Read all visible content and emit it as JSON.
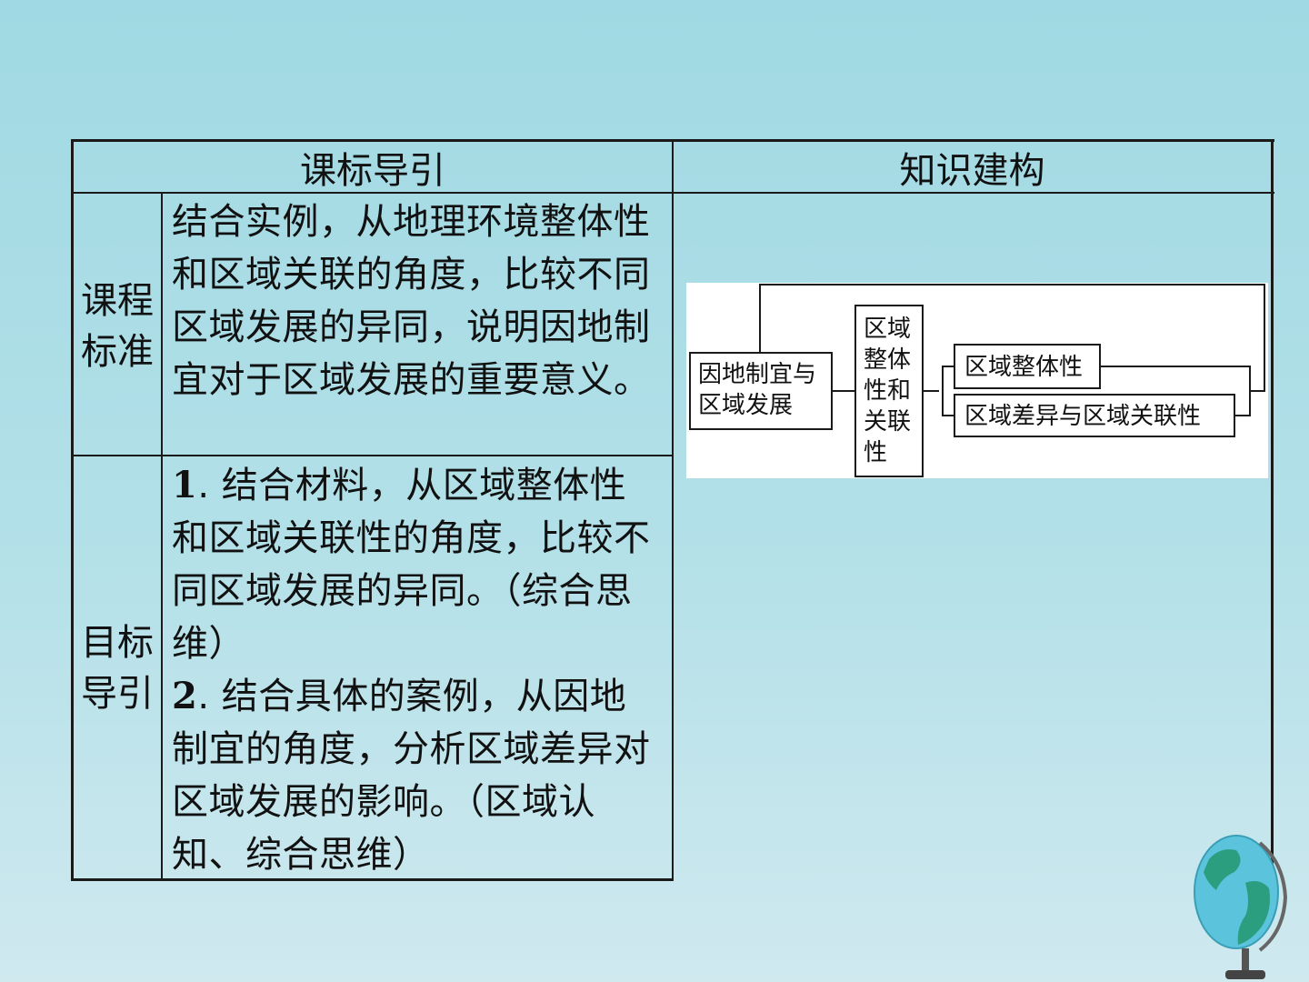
{
  "table": {
    "header_left": "课标导引",
    "header_right": "知识建构",
    "row1_label": "课程标准",
    "row1_content": "结合实例，从地理环境整体性和区域关联的角度，比较不同区域发展的异同，说明因地制宜对于区域发展的重要意义。",
    "row2_label": "目标导引",
    "row2_items": [
      {
        "num": "1",
        "text": ". 结合材料，从区域整体性和区域关联性的角度，比较不同区域发展的异同。（综合思维）"
      },
      {
        "num": "2",
        "text": ". 结合具体的案例，从因地制宜的角度，分析区域差异对区域发展的影响。（区域认知、综合思维）"
      }
    ]
  },
  "diagram": {
    "root": "因地制宜与区域发展",
    "middle": "区域整体性和关联性",
    "leaf1": "区域整体性",
    "leaf2": "区域差异与区域关联性"
  },
  "decoration": {
    "globe": "globe-icon"
  }
}
